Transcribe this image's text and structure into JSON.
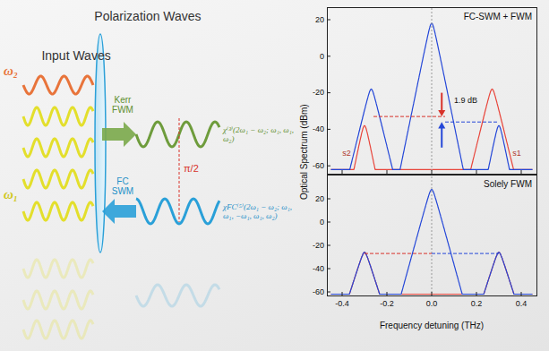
{
  "diagram": {
    "nodes": [
      {
        "text": [
          "FC-SWM + FWM"
        ]
      },
      {
        "text": [
          "Solely FWM"
        ]
      }
    ],
    "labels": [
      "Input Waves",
      "Polarization Waves",
      "ω₂",
      "ω₁",
      "Kerr FWM",
      "χ⁽³⁾(2ω₁ − ω₂; ω₁, ω₁, ω₂)",
      "π/2",
      "FC SWM",
      "χFC⁽⁵⁾(2ω₁ − ω₂; ω₁, ω₁, −ω₁, ω₁, ω₂)",
      "Optical Spectrum (dBm)",
      "Frequency detuning (THz)",
      "1.9 dB",
      "s2",
      "s1",
      "20",
      "0",
      "-20",
      "-40",
      "-60",
      "20",
      "0",
      "-20",
      "-40",
      "-60",
      "-0.4",
      "-0.2",
      "0.0",
      "0.2",
      "0.4"
    ]
  }
}
